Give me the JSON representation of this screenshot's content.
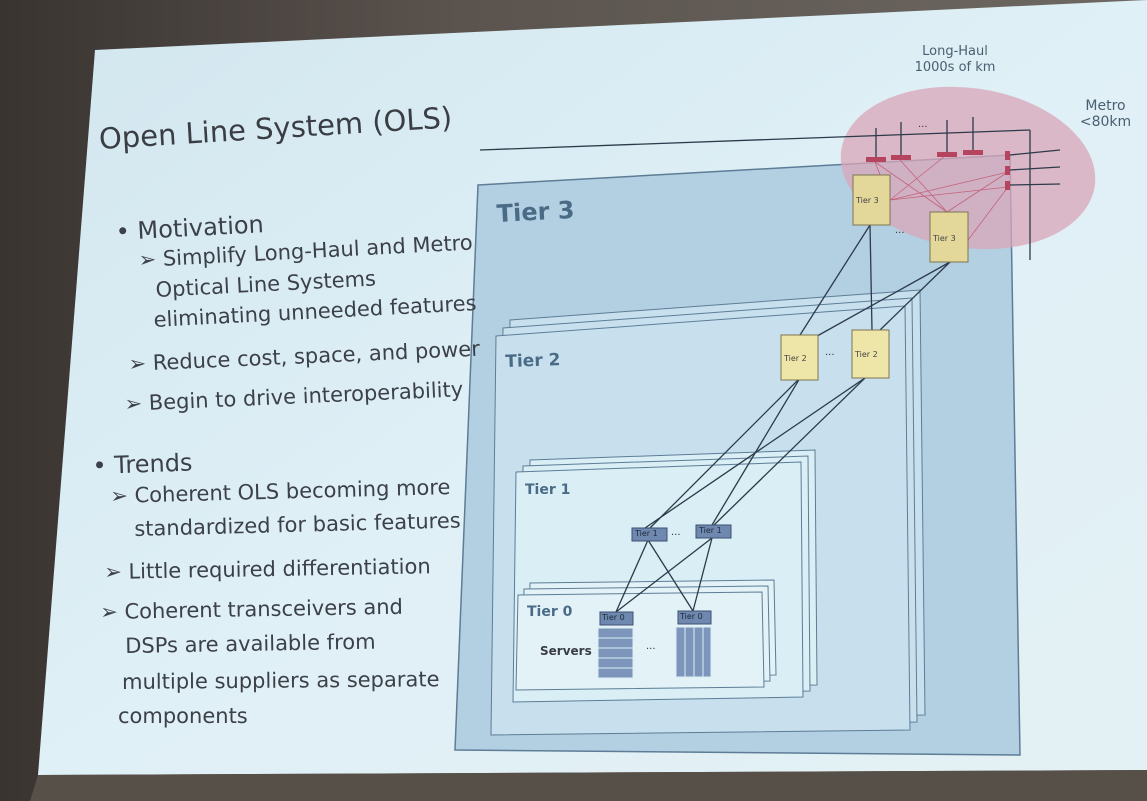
{
  "slide": {
    "title": "Open Line System (OLS)",
    "sections": [
      {
        "heading": "• Motivation",
        "items": [
          "➢ Simplify Long-Haul and Metro",
          "Optical Line Systems",
          "eliminating unneeded features",
          "➢ Reduce cost, space, and power",
          "➢ Begin to drive interoperability"
        ]
      },
      {
        "heading": "• Trends",
        "items": [
          "➢ Coherent OLS becoming more",
          "standardized for basic features",
          "➢ Little required differentiation",
          "➢ Coherent transceivers and",
          "DSPs are available from",
          "multiple suppliers as separate",
          "components"
        ]
      }
    ]
  },
  "diagram": {
    "long_haul": [
      "Long-Haul",
      "1000s of km"
    ],
    "metro": [
      "Metro",
      "<80km"
    ],
    "tiers": {
      "t3": "Tier 3",
      "t2": "Tier 2",
      "t1": "Tier 1",
      "t0": "Tier 0"
    },
    "servers": "Servers",
    "ellipsis": "···",
    "colors": {
      "tier3_node": "#e3d79a",
      "tier2_node": "#eee6a8",
      "tier1_node": "#6f88b0",
      "ellipse": "#d9a6b8",
      "slide_bg": "#d9eef5"
    }
  }
}
